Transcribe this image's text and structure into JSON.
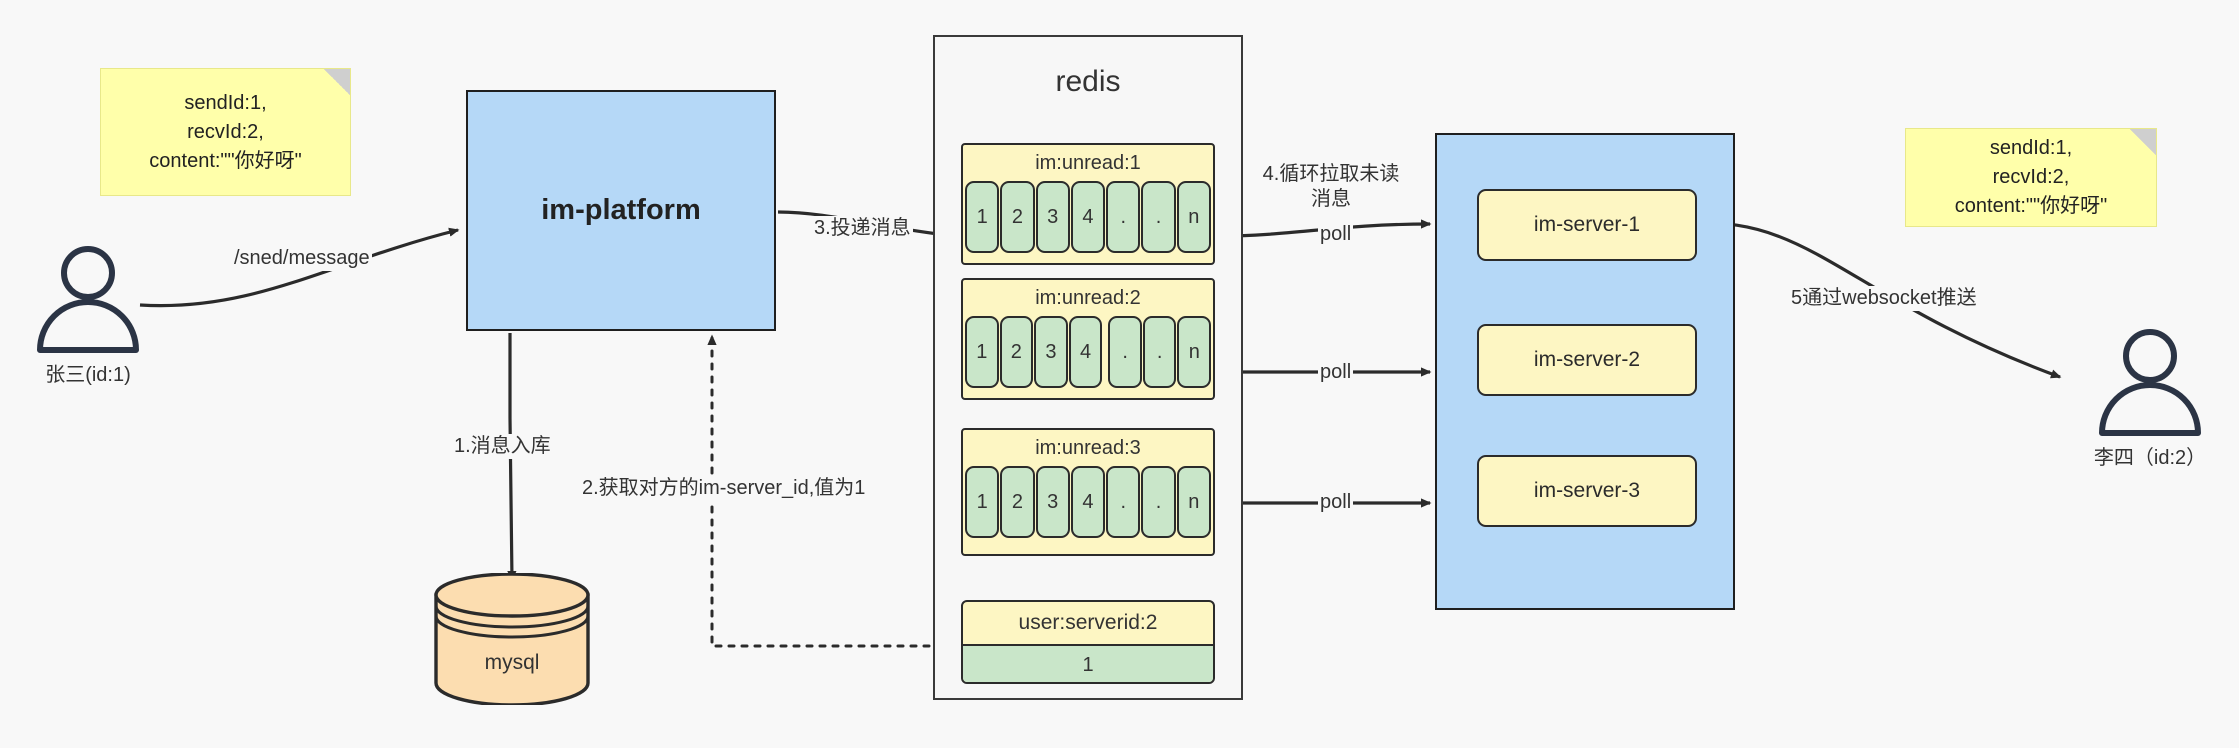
{
  "diagram": {
    "title": "IM message delivery architecture",
    "colors": {
      "note_fill": "#ffffaa",
      "blue_fill": "#b5d8f7",
      "yellow_fill": "#fdf6c3",
      "green_fill": "#c9e6c9",
      "orange_fill": "#fcddb0",
      "stroke": "#2b2b2b",
      "canvas": "#f8f8f8"
    }
  },
  "notes": {
    "left": "sendId:1,\nrecvId:2,\ncontent:\"\"你好呀\"",
    "right": "sendId:1,\nrecvId:2,\ncontent:\"\"你好呀\""
  },
  "actors": {
    "sender": {
      "label": "张三(id:1)",
      "icon": "user-icon"
    },
    "receiver": {
      "label": "李四（id:2）",
      "icon": "user-icon"
    }
  },
  "platform": {
    "label": "im-platform"
  },
  "database": {
    "label": "mysql",
    "icon": "database-cylinder-icon"
  },
  "redis": {
    "title": "redis",
    "keys": [
      {
        "name": "im:unread:1",
        "cells": [
          "1",
          "2",
          "3",
          "4",
          ".",
          ".",
          "n"
        ],
        "gap_after_index": -1
      },
      {
        "name": "im:unread:2",
        "cells": [
          "1",
          "2",
          "3",
          "4",
          ".",
          ".",
          "n"
        ],
        "gap_after_index": 3
      },
      {
        "name": "im:unread:3",
        "cells": [
          "1",
          "2",
          "3",
          "4",
          ".",
          ".",
          "n"
        ],
        "gap_after_index": -1
      }
    ],
    "kv": {
      "key": "user:serverid:2",
      "value": "1"
    }
  },
  "servers": {
    "items": [
      {
        "label": "im-server-1"
      },
      {
        "label": "im-server-2"
      },
      {
        "label": "im-server-3"
      }
    ]
  },
  "edge_labels": {
    "send_message": "/sned/message",
    "step1": "1.消息入库",
    "step2": "2.获取对方的im-server_id,值为1",
    "step3": "3.投递消息",
    "step4": "4.循环拉取未读消息",
    "poll1": "poll",
    "poll2": "poll",
    "poll3": "poll",
    "step5": "5通过websocket推送"
  }
}
